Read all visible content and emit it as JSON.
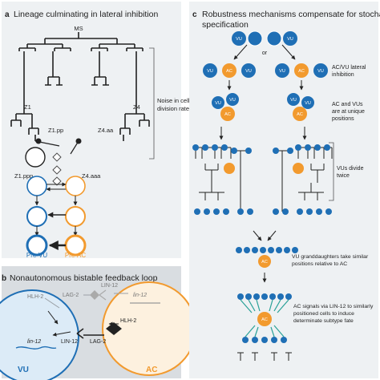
{
  "panel_a": {
    "letter": "a",
    "title": "Lineage culminating in lateral inhibition",
    "root": "MS",
    "z1": "Z1",
    "z4": "Z4",
    "z1pp": "Z1.pp",
    "z4aa": "Z4.aa",
    "z1ppp": "Z1.ppp",
    "z4aaa": "Z4.aaa",
    "noise": [
      "Noise in cell",
      "division rates"
    ],
    "pre_vu": "Pre-VU",
    "pre_ac": "Pre-AC"
  },
  "panel_b": {
    "letter": "b",
    "title": "Nonautonomous bistable feedback loop",
    "hlh2_left": "HLH-2",
    "lag2_top": "LAG-2",
    "lin12_top": "LIN-12",
    "lin12_gene_right": "lin-12",
    "lin12_gene_left": "lin-12",
    "hlh2_right": "HLH-2",
    "lin12_bottom": "LIN-12",
    "lag2_bottom": "LAG-2",
    "vu": "VU",
    "ac": "AC"
  },
  "panel_c": {
    "letter": "c",
    "title": [
      "Robustness mechanisms compensate for stochastic",
      "specification"
    ],
    "vu": "VU",
    "ac": "AC",
    "or": "or",
    "ann_inhibition": [
      "AC/VU lateral",
      "inhibition"
    ],
    "ann_unique": [
      "AC and VUs",
      "are at unique",
      "positions"
    ],
    "ann_divide": [
      "VUs divide",
      "twice"
    ],
    "ann_granddaughters": [
      "VU granddaughters take similar",
      "positions relative to AC"
    ],
    "ann_signals": [
      "AC signals via LIN-12 to similarly",
      "positioned cells to induce",
      "determinate subtype fate"
    ]
  },
  "colors": {
    "vu": "#1f6fb5",
    "ac": "#f29a2e",
    "panel_bg": "#eef1f3",
    "panel_b_bg": "#d9dde1",
    "ac_fill": "#fdf1df",
    "vu_fill": "#dcebf7",
    "teal": "#2aa198"
  }
}
